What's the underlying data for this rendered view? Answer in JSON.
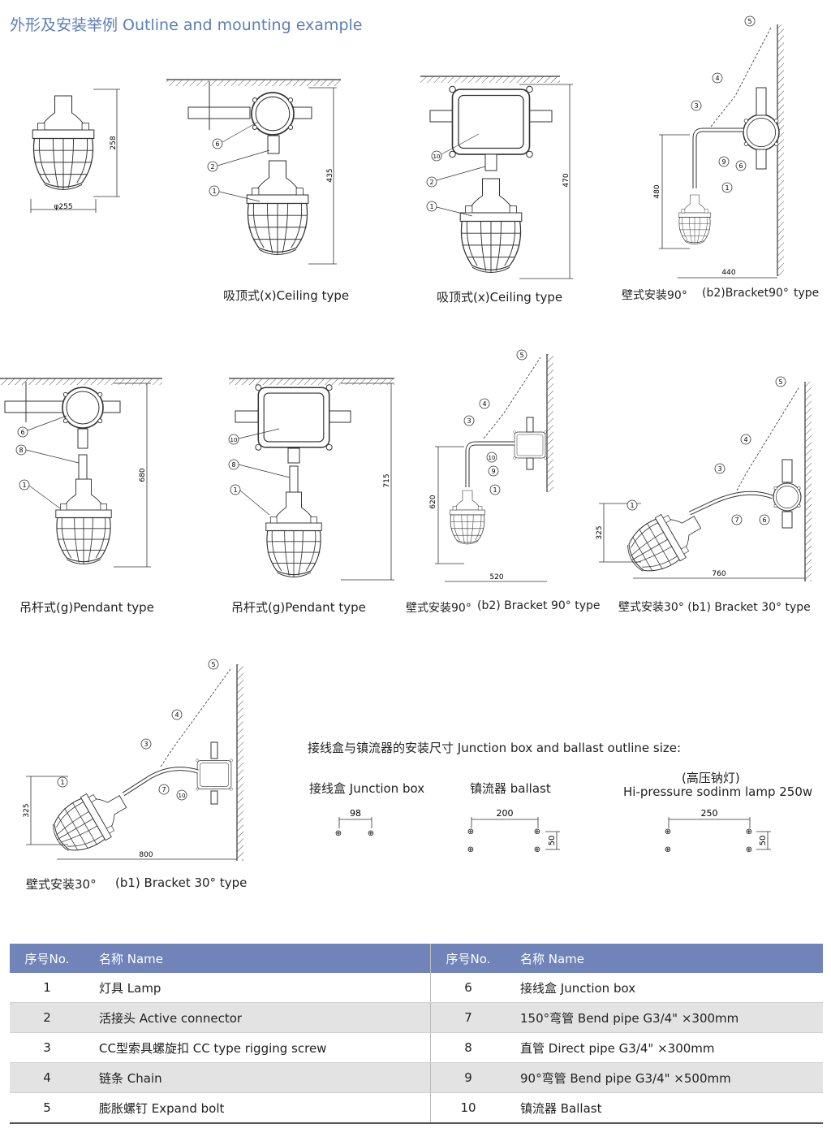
{
  "title": "外形及安装举例 Outline and mounting example",
  "captions": {
    "c1": "吸顶式(x)Ceiling type",
    "c2": "吸顶式(x)Ceiling type",
    "c3a": "壁式安装90°",
    "c3b": "(b2)Bracket90°",
    "c3c": "type",
    "c4": "吊杆式(g)Pendant type",
    "c5": "吊杆式(g)Pendant type",
    "c6a": "壁式安装90°",
    "c6b": "(b2) Bracket 90° type",
    "c7": "壁式安装30° (b1) Bracket 30° type",
    "c8a": "壁式安装30°",
    "c8b": "(b1) Bracket 30° type"
  },
  "dims": {
    "d258": "258",
    "d255": "φ255",
    "d435": "435",
    "d470": "470",
    "d480": "480",
    "d440": "440",
    "d680": "680",
    "d715": "715",
    "d620": "620",
    "d520": "520",
    "d325a": "325",
    "d760": "760",
    "d325b": "325",
    "d800": "800"
  },
  "junction": {
    "heading": "接线盒与镇流器的安装尺寸 Junction box and ballast outline size:",
    "box_label": "接线盒 Junction box",
    "box_w": "98",
    "ballast_label": "镇流器 ballast",
    "ballast_w": "200",
    "ballast_h": "50",
    "hp_label1": "(高压钠灯)",
    "hp_label2": "Hi-pressure sodinm lamp 250w",
    "hp_w": "250",
    "hp_h": "50"
  },
  "table": {
    "headers": [
      "序号No.",
      "名称 Name",
      "序号No.",
      "名称 Name"
    ],
    "rows": [
      {
        "no1": "1",
        "name1": "灯具 Lamp",
        "no2": "6",
        "name2": "接线盒 Junction box"
      },
      {
        "no1": "2",
        "name1": "活接头 Active connector",
        "no2": "7",
        "name2": "150°弯管 Bend pipe G3/4\" ×300mm"
      },
      {
        "no1": "3",
        "name1": "CC型索具螺旋扣 CC type rigging screw",
        "no2": "8",
        "name2": "直管 Direct pipe       G3/4\" ×300mm"
      },
      {
        "no1": "4",
        "name1": "链条 Chain",
        "no2": "9",
        "name2": "90°弯管 Bend pipe    G3/4\" ×500mm"
      },
      {
        "no1": "5",
        "name1": "膨胀螺钉 Expand bolt",
        "no2": "10",
        "name2": "镇流器 Ballast"
      }
    ]
  }
}
